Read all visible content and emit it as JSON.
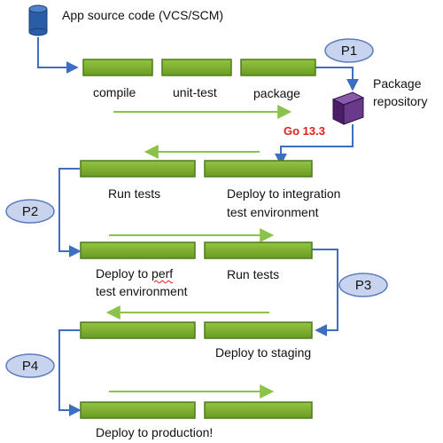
{
  "source": {
    "label": "App source code (VCS/SCM)"
  },
  "repository": {
    "label_line1": "Package",
    "label_line2": "repository",
    "version": "Go 13.3"
  },
  "pipelines": [
    {
      "name": "P1"
    },
    {
      "name": "P2"
    },
    {
      "name": "P3"
    },
    {
      "name": "P4"
    }
  ],
  "stages": {
    "compile": "compile",
    "unit_test": "unit-test",
    "package": "package",
    "run_tests_1": "Run tests",
    "deploy_integration_1": "Deploy to integration",
    "deploy_integration_2": "test environment",
    "deploy_perf_1a": "Deploy to ",
    "deploy_perf_1b": "perf",
    "deploy_perf_2": "test environment",
    "run_tests_2": "Run tests",
    "deploy_staging": "Deploy to staging",
    "deploy_production": "Deploy to production!"
  },
  "colors": {
    "stage_fill": "#7aac2e",
    "stage_border": "#4e7a1a",
    "pill_fill": "#c8d4ee",
    "pill_border": "#5c7bbf",
    "connector": "#3d6fc0",
    "flow_arrow": "#8ac24a",
    "version_text": "#e0201c",
    "db_fill": "#2a5da8",
    "cube": "#5a2a7a"
  }
}
